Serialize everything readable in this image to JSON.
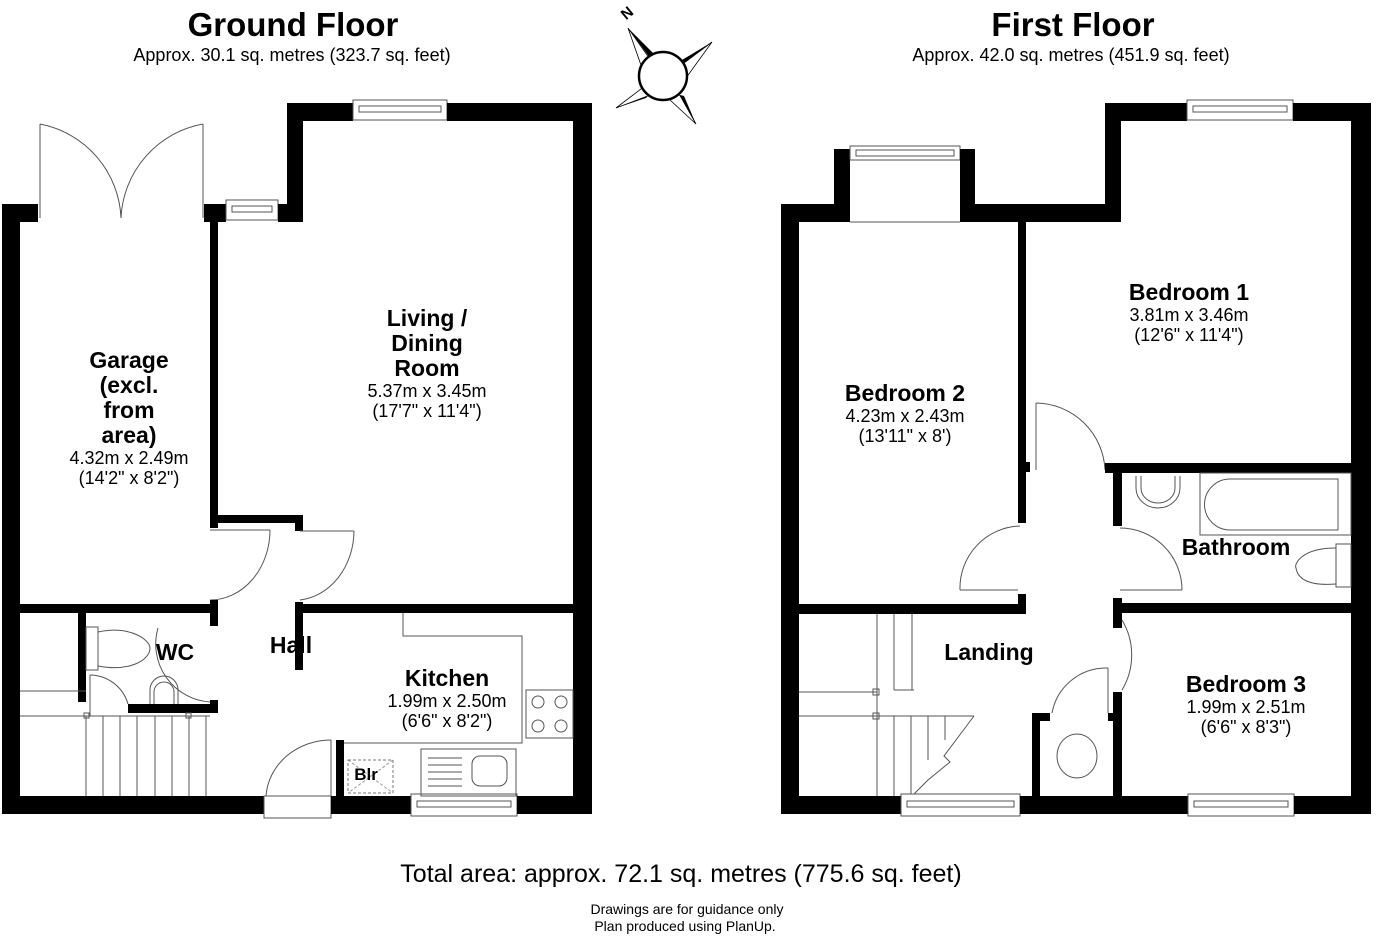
{
  "ground_floor": {
    "title": "Ground Floor",
    "area": "Approx. 30.1 sq. metres (323.7 sq. feet)",
    "rooms": [
      {
        "name_lines": [
          "Garage",
          "(excl.",
          "from",
          "area)"
        ],
        "dim_m": "4.32m x 2.49m",
        "dim_ft": "(14'2\" x 8'2\")"
      },
      {
        "name_lines": [
          "Living /",
          "Dining",
          "Room"
        ],
        "dim_m": "5.37m x 3.45m",
        "dim_ft": "(17'7\" x 11'4\")"
      },
      {
        "name_lines": [
          "Kitchen"
        ],
        "dim_m": "1.99m x 2.50m",
        "dim_ft": "(6'6\" x 8'2\")"
      },
      {
        "name_lines": [
          "WC"
        ]
      },
      {
        "name_lines": [
          "Hall"
        ]
      }
    ],
    "boiler_label": "Blr"
  },
  "first_floor": {
    "title": "First Floor",
    "area": "Approx. 42.0 sq. metres (451.9 sq. feet)",
    "rooms": [
      {
        "name_lines": [
          "Bedroom 1"
        ],
        "dim_m": "3.81m x 3.46m",
        "dim_ft": "(12'6\" x 11'4\")"
      },
      {
        "name_lines": [
          "Bedroom 2"
        ],
        "dim_m": "4.23m x 2.43m",
        "dim_ft": "(13'11\" x 8')"
      },
      {
        "name_lines": [
          "Bedroom 3"
        ],
        "dim_m": "1.99m x 2.51m",
        "dim_ft": "(6'6\" x 8'3\")"
      },
      {
        "name_lines": [
          "Bathroom"
        ]
      },
      {
        "name_lines": [
          "Landing"
        ]
      }
    ]
  },
  "compass": {
    "label": "N",
    "icon": "compass-rose-icon"
  },
  "footer": {
    "total_area": "Total area: approx. 72.1 sq. metres (775.6 sq. feet)",
    "note_1": "Drawings are for guidance only",
    "note_2": "Plan produced using PlanUp."
  },
  "colors": {
    "wall": "#000000",
    "fixture_line": "#555555",
    "background": "#ffffff"
  }
}
